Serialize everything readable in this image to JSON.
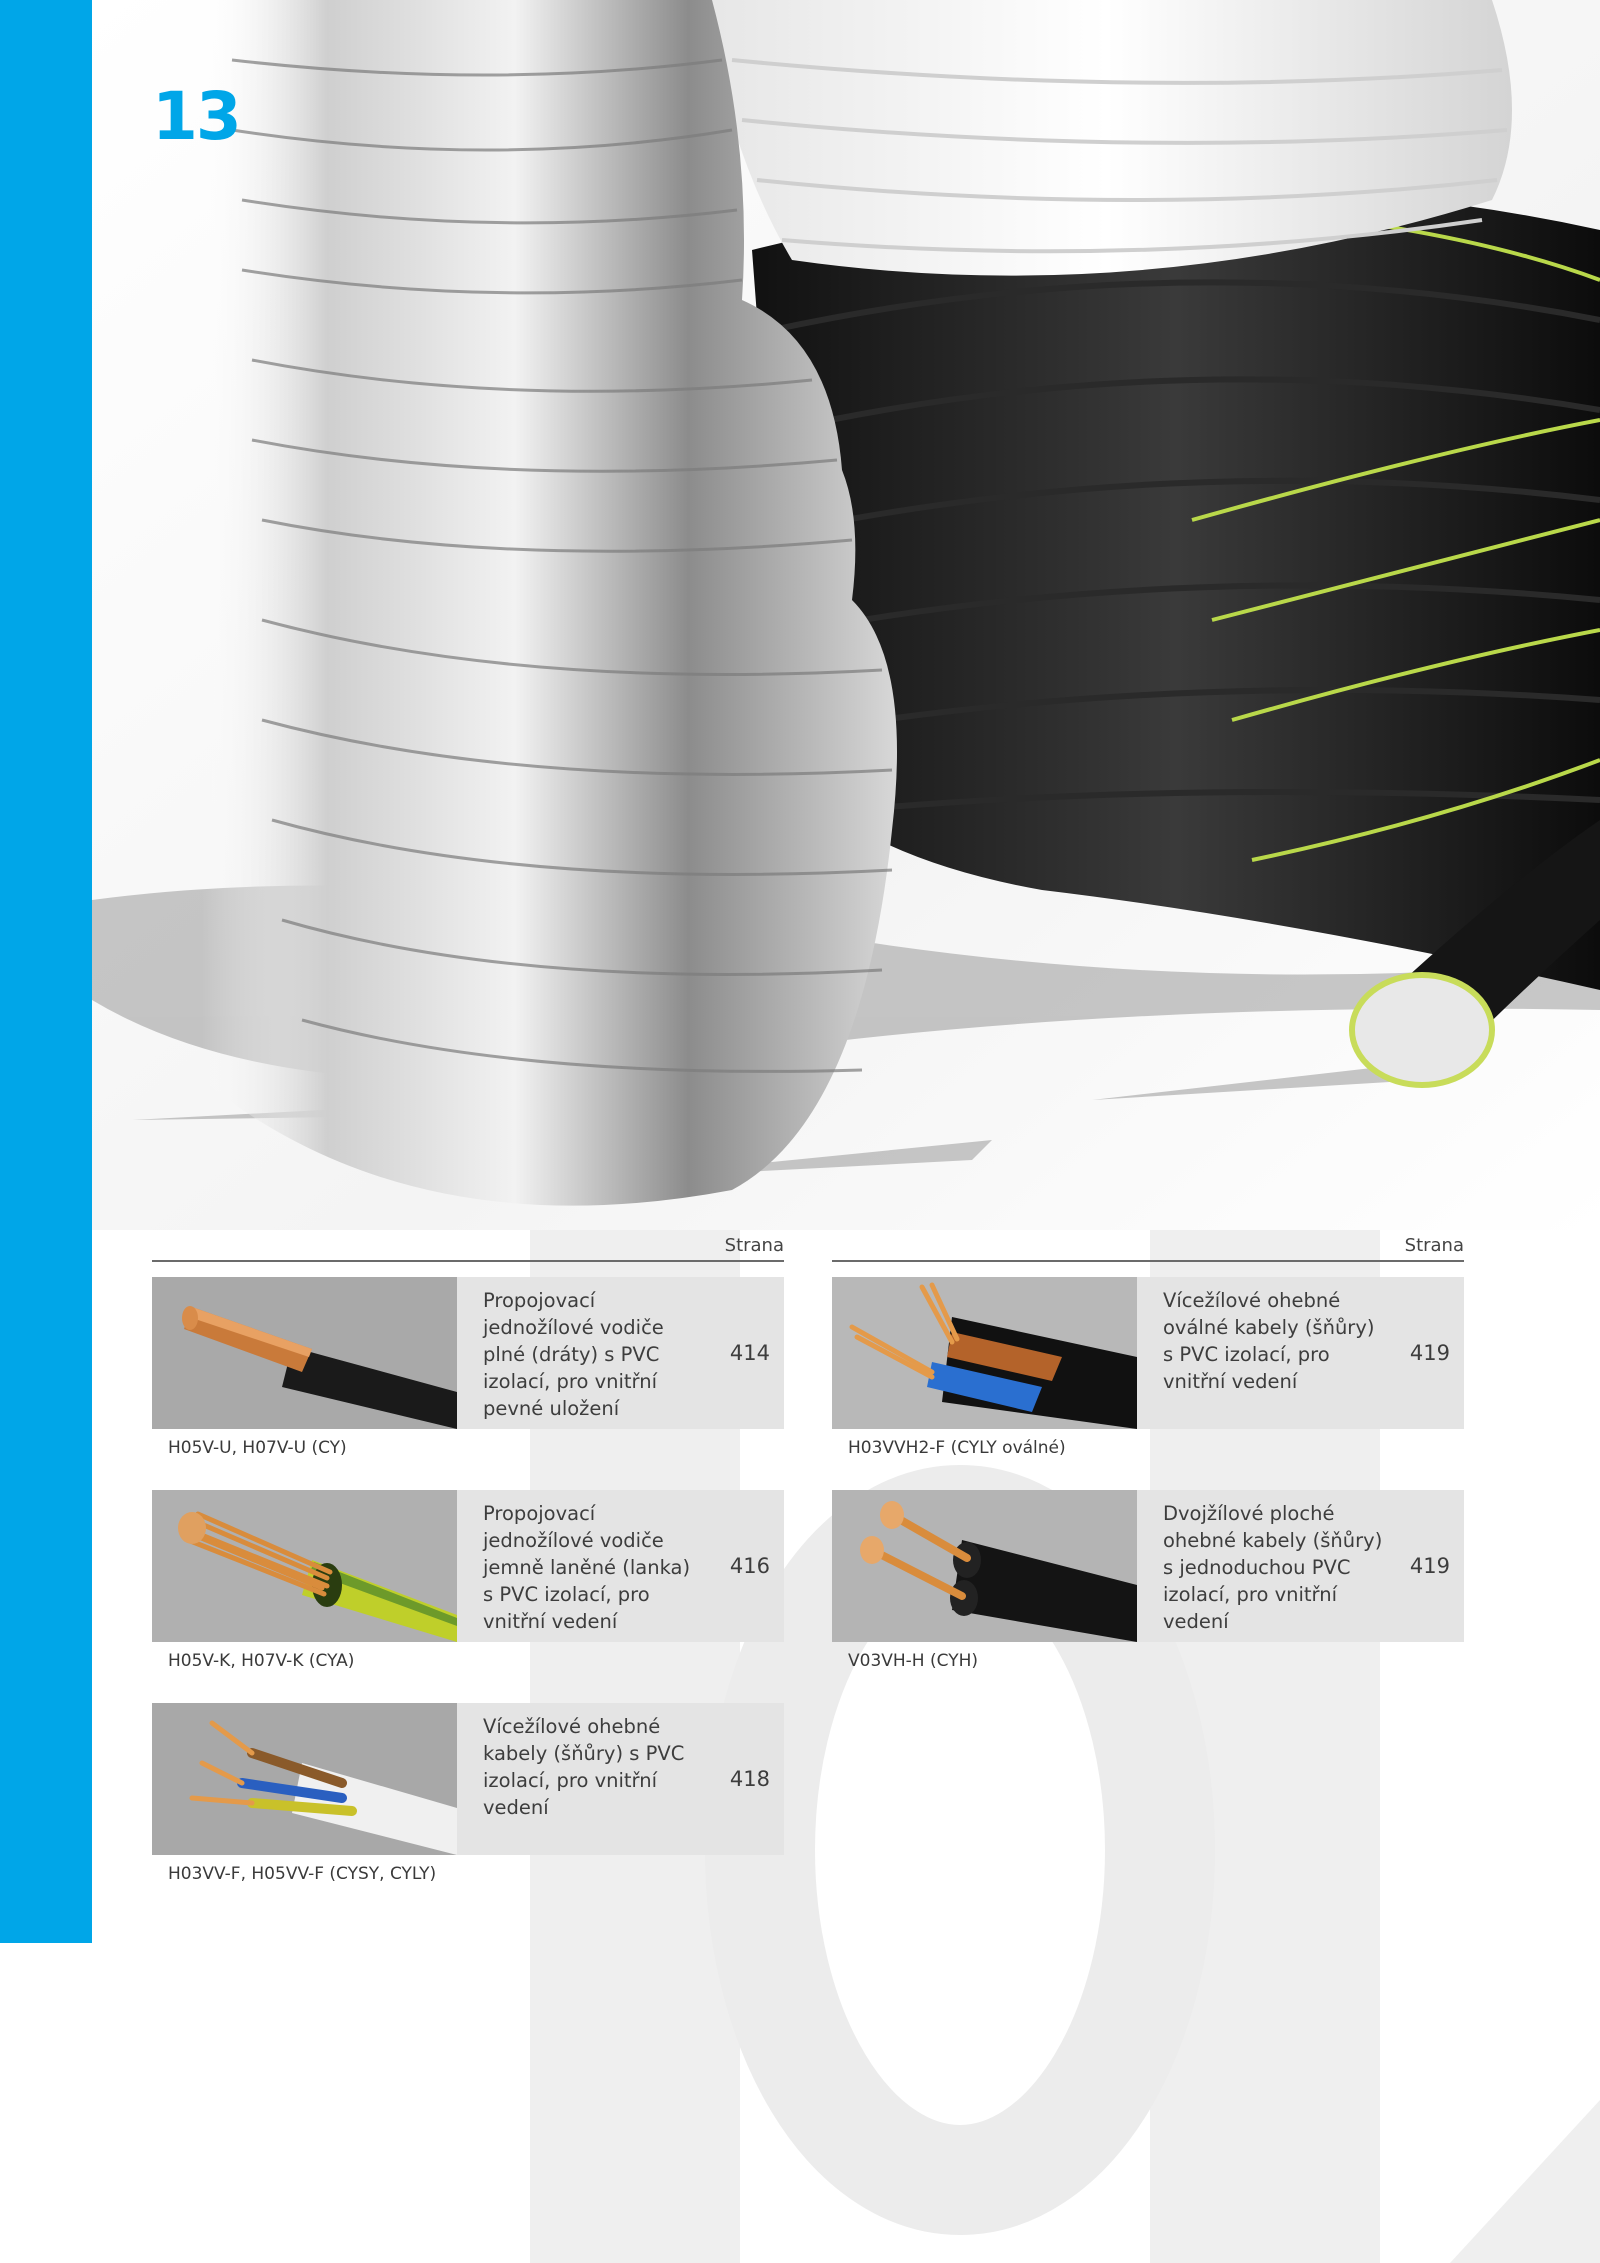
{
  "chapter": {
    "number": "13"
  },
  "colors": {
    "accent": "#00a6e8",
    "box": "#e4e4e4"
  },
  "left_column": {
    "header": "Strana",
    "items": [
      {
        "description": "Propojovací jednožílové vodiče plné (dráty) s PVC izolací, pro vnitřní pevné uložení",
        "page": "414",
        "code": "H05V-U, H07V-U (CY)",
        "icon": "single-solid-wire-photo"
      },
      {
        "description": "Propojovací jednožílové vodiče jemně laněné (lanka) s PVC izolací, pro vnitřní vedení",
        "page": "416",
        "code": "H05V-K, H07V-K (CYA)",
        "icon": "stranded-wire-photo"
      },
      {
        "description": "Vícežílové ohebné kabely (šňůry) s PVC izolací, pro vnitřní vedení",
        "page": "418",
        "code": "H03VV-F, H05VV-F (CYSY, CYLY)",
        "icon": "multicore-flexible-cable-photo"
      }
    ]
  },
  "right_column": {
    "header": "Strana",
    "items": [
      {
        "description": "Vícežílové ohebné oválné kabely (šňůry) s PVC izolací, pro vnitřní vedení",
        "page": "419",
        "code": "H03VVH2-F (CYLY oválné)",
        "icon": "oval-cable-photo"
      },
      {
        "description": "Dvojžílové ploché ohebné kabely (šňůry) s jednoduchou PVC izolací, pro vnitřní vedení",
        "page": "419",
        "code": "V03VH-H (CYH)",
        "icon": "flat-twin-cable-photo"
      }
    ]
  }
}
